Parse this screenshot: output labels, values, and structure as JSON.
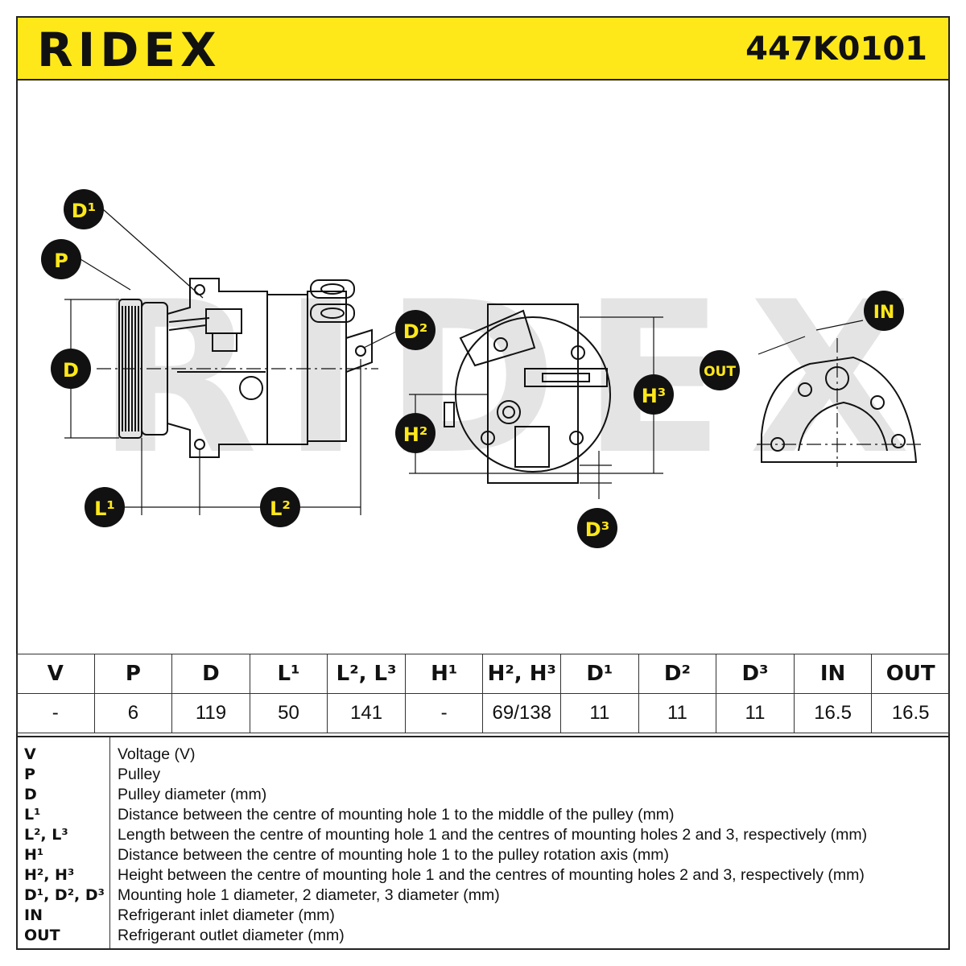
{
  "header": {
    "brand": "RIDEX",
    "part_number": "447K0101",
    "accent_color": "#ffe81a"
  },
  "diagram": {
    "watermark": "RIDEX",
    "callouts": {
      "D1": "D¹",
      "P": "P",
      "D": "D",
      "D2": "D²",
      "L1": "L¹",
      "L2": "L²",
      "H2": "H²",
      "H3": "H³",
      "D3": "D³",
      "IN": "IN",
      "OUT": "OUT"
    }
  },
  "spec_table": {
    "headers": [
      "V",
      "P",
      "D",
      "L¹",
      "L², L³",
      "H¹",
      "H², H³",
      "D¹",
      "D²",
      "D³",
      "IN",
      "OUT"
    ],
    "values": [
      "-",
      "6",
      "119",
      "50",
      "141",
      "-",
      "69/138",
      "11",
      "11",
      "11",
      "16.5",
      "16.5"
    ]
  },
  "legend": [
    {
      "key": "V",
      "desc": "Voltage (V)"
    },
    {
      "key": "P",
      "desc": "Pulley"
    },
    {
      "key": "D",
      "desc": "Pulley diameter (mm)"
    },
    {
      "key": "L¹",
      "desc": "Distance between the centre of mounting hole 1 to the middle of the pulley (mm)"
    },
    {
      "key": "L², L³",
      "desc": "Length between the centre of mounting hole 1 and the centres of mounting holes 2 and 3, respectively (mm)"
    },
    {
      "key": "H¹",
      "desc": "Distance between the centre of mounting hole 1 to the pulley rotation axis (mm)"
    },
    {
      "key": "H², H³",
      "desc": "Height between the centre of mounting hole 1 and the centres of mounting holes 2 and 3, respectively (mm)"
    },
    {
      "key": "D¹, D², D³",
      "desc": "Mounting hole 1 diameter, 2 diameter, 3 diameter (mm)"
    },
    {
      "key": "IN",
      "desc": "Refrigerant inlet diameter (mm)"
    },
    {
      "key": "OUT",
      "desc": "Refrigerant outlet diameter (mm)"
    }
  ]
}
